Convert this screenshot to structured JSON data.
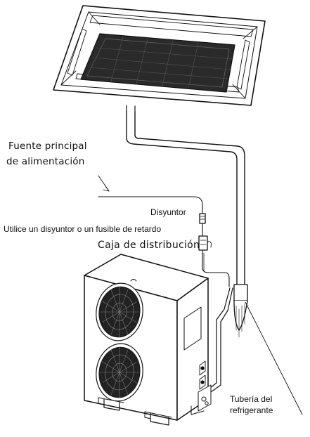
{
  "labels": {
    "main_power": [
      "Fuente principal",
      "de alimentación"
    ],
    "breaker": "Disyuntor",
    "breaker_note": "Utilice un disyuntor o un fusible de retardo",
    "junction_box": "Caja de distribución",
    "refrigerant_pipe": [
      "Tubería del",
      "refrigerante"
    ]
  },
  "colors": {
    "line": "#111111",
    "fill": "#ffffff",
    "grille": "#222222"
  }
}
